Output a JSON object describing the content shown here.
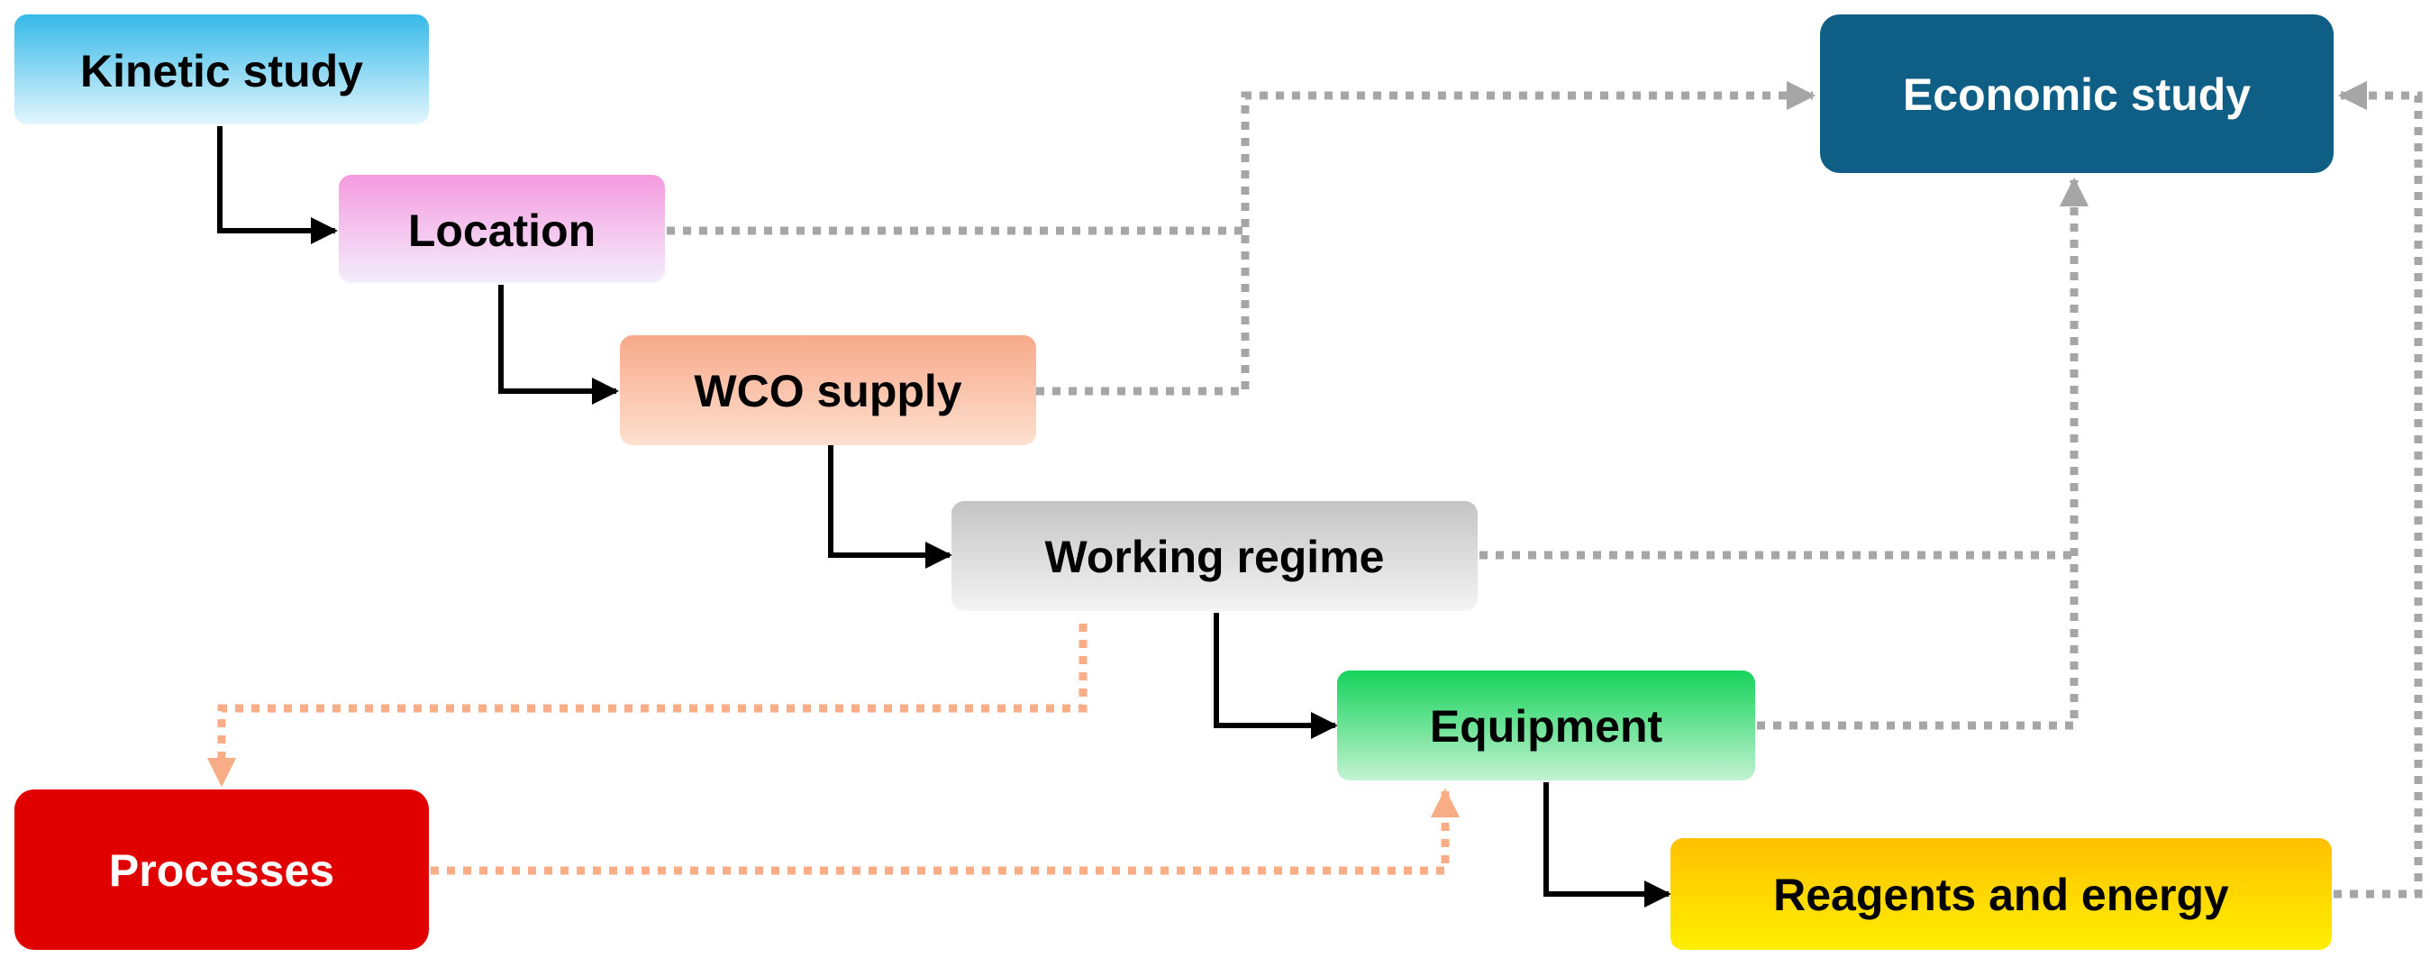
{
  "nodes": {
    "kinetic": {
      "label": "Kinetic study"
    },
    "location": {
      "label": "Location"
    },
    "wco": {
      "label": "WCO supply"
    },
    "regime": {
      "label": "Working regime"
    },
    "equipment": {
      "label": "Equipment"
    },
    "reagents": {
      "label": "Reagents and energy"
    },
    "economic": {
      "label": "Economic study"
    },
    "processes": {
      "label": "Processes"
    }
  },
  "colors": {
    "solid_arrow": "#000000",
    "dotted_gray": "#a6a6a6",
    "dotted_orange": "#f8ad86",
    "economic_fill": "#0f5e85",
    "processes_fill": "#e00000"
  }
}
